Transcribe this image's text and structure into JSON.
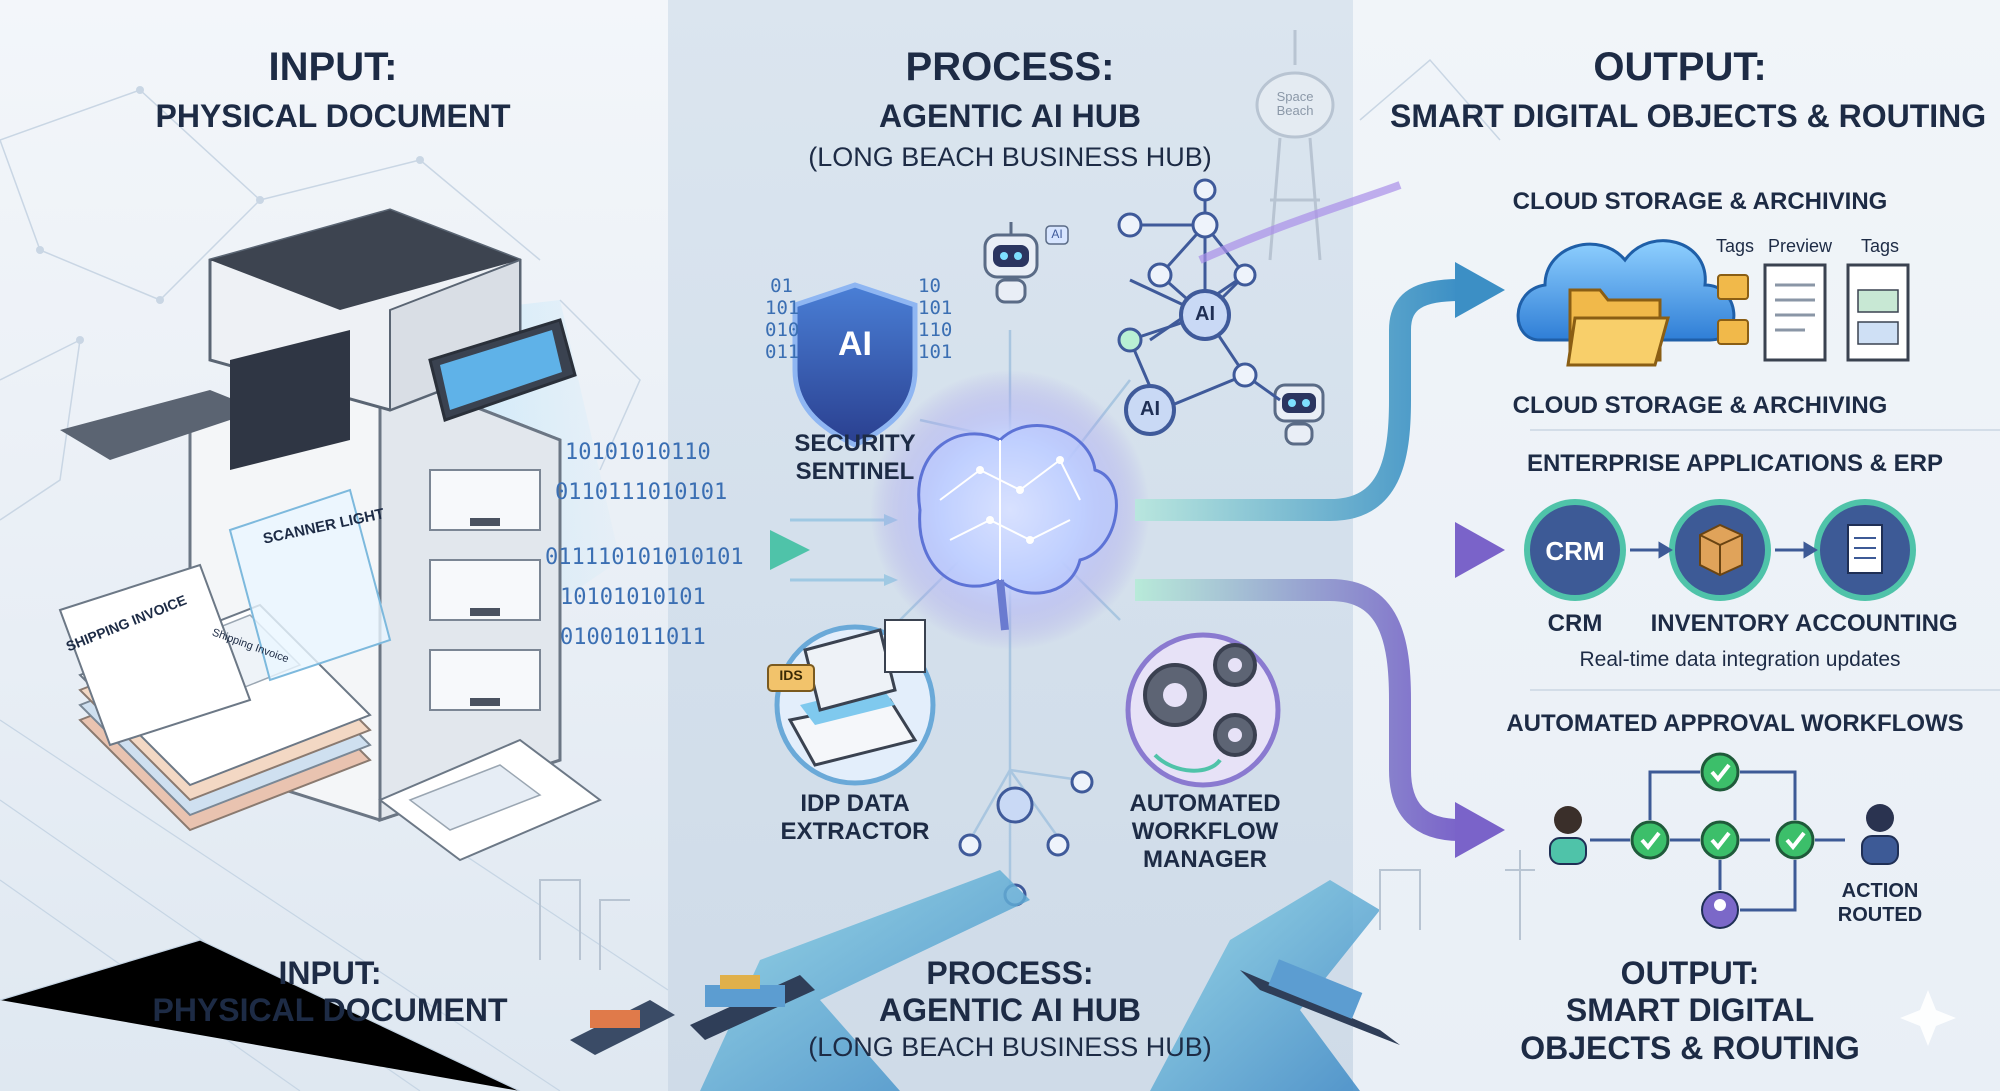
{
  "input": {
    "title": "INPUT:",
    "subtitle": "PHYSICAL DOCUMENT",
    "scanner_light": "SCANNER LIGHT",
    "doc_shipping_invoice": "SHIPPING INVOICE",
    "doc_shipping_invoice_small": "Shipping Invoice",
    "binary_rows": [
      "10101010110",
      "0110111010101",
      "011110101010101",
      "10101010101",
      "01001011011"
    ]
  },
  "process": {
    "title": "PROCESS:",
    "subtitle": "AGENTIC AI HUB",
    "note": "(LONG BEACH BUSINESS HUB)",
    "landmark": "Space Beach",
    "security_label_1": "SECURITY",
    "security_label_2": "SENTINEL",
    "shield_text": "AI",
    "binary_left": [
      "01",
      "101",
      "010",
      "011"
    ],
    "binary_right": [
      "10",
      "101",
      "110",
      "101"
    ],
    "ai_badge": "AI",
    "network_nodes": [
      "AI",
      "AI"
    ],
    "idp_label_1": "IDP DATA",
    "idp_label_2": "EXTRACTOR",
    "ids_tag": "IDS",
    "workflow_label_1": "AUTOMATED",
    "workflow_label_2": "WORKFLOW",
    "workflow_label_3": "MANAGER"
  },
  "output": {
    "title": "OUTPUT:",
    "subtitle": "SMART DIGITAL OBJECTS & ROUTING",
    "cloud_heading": "CLOUD STORAGE & ARCHIVING",
    "cloud_footer": "CLOUD STORAGE & ARCHIVING",
    "cloud_tags_1": "Tags",
    "cloud_preview": "Preview",
    "cloud_tags_2": "Tags",
    "erp_heading": "ENTERPRISE APPLICATIONS & ERP",
    "erp_items": [
      "CRM",
      "INVENTORY",
      "ACCOUNTING"
    ],
    "crm_badge": "CRM",
    "erp_note": "Real-time data integration updates",
    "approval_heading": "AUTOMATED APPROVAL WORKFLOWS",
    "action_label_1": "ACTION",
    "action_label_2": "ROUTED"
  },
  "footer": {
    "input_title": "INPUT:",
    "input_subtitle": "PHYSICAL DOCUMENT",
    "process_title": "PROCESS:",
    "process_subtitle": "AGENTIC AI HUB",
    "process_note": "(LONG BEACH BUSINESS HUB)",
    "output_title": "OUTPUT:",
    "output_line_1": "SMART DIGITAL",
    "output_line_2": "OBJECTS & ROUTING"
  },
  "colors": {
    "navy": "#1d2b45",
    "teal": "#3fb6a8",
    "purple": "#7b68c8",
    "blue": "#3b7fd1",
    "green_check": "#3cbf6a"
  }
}
